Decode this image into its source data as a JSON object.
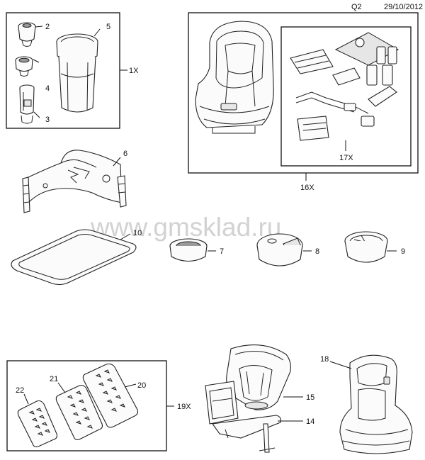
{
  "header": {
    "code": "Q2",
    "date": "29/10/2012"
  },
  "watermark": "www.gmsklad.ru",
  "callouts": {
    "c1": "1X",
    "c2": "2",
    "c3": "3",
    "c4": "4",
    "c5": "5",
    "c6": "6",
    "c7": "7",
    "c8": "8",
    "c9": "9",
    "c10": "10",
    "c14": "14",
    "c15": "15",
    "c16": "16X",
    "c17": "17X",
    "c18": "18",
    "c19": "19X",
    "c20": "20",
    "c21": "21",
    "c22": "22"
  },
  "colors": {
    "line": "#111111",
    "watermark": "#d2d2d2",
    "background": "#ffffff"
  }
}
